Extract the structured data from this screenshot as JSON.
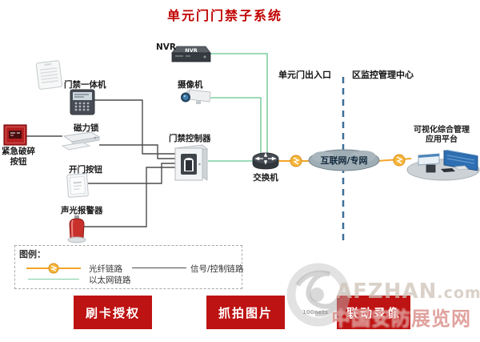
{
  "title": {
    "text": "单元门门禁子系统"
  },
  "zones": {
    "left": "单元门出入口",
    "right": "区监控管理中心"
  },
  "devices": {
    "nvr": {
      "label": "NVR",
      "badge": "NVR"
    },
    "camera": {
      "label": "摄像机"
    },
    "access_all_in_one": {
      "label": "门禁一体机"
    },
    "emergency_break_button": {
      "line1": "紧急破碎",
      "line2": "按钮"
    },
    "magnetic_lock": {
      "label": "磁力锁"
    },
    "open_door_button": {
      "label": "开门按钮"
    },
    "sound_light_alarm": {
      "label": "声光报警器"
    },
    "access_controller": {
      "label": "门禁控制器"
    },
    "switch": {
      "label": "交换机"
    },
    "network_cloud": {
      "label": "互联网/专网"
    },
    "management_platform": {
      "line1": "可视化综合管理",
      "line2": "应用平台"
    }
  },
  "legend": {
    "title": "图例：",
    "items": [
      {
        "id": "fiber",
        "label": "光纤链路",
        "color": "#F2A52B"
      },
      {
        "id": "signal",
        "label": "信号/控制链路",
        "color": "#4D4D4D"
      },
      {
        "id": "ethernet",
        "label": "以太网链路",
        "color": "#7FCFA4"
      }
    ]
  },
  "feature_buttons": [
    {
      "label": "刷卡授权"
    },
    {
      "label": "抓拍图片"
    },
    {
      "label": "联动录像"
    }
  ],
  "watermark": {
    "brand": "AFZHAN",
    "domain_suffix": ".com",
    "site_name_cn": "中国安防展览网",
    "logo_caption": "100nets"
  },
  "colors": {
    "title_red": "#C00000",
    "button_red": "#BE1313",
    "fiber_orange": "#F2A52B",
    "ethernet_green": "#7FCFA4",
    "signal_gray": "#4D4D4D",
    "separator_blue": "#3D6E99"
  }
}
